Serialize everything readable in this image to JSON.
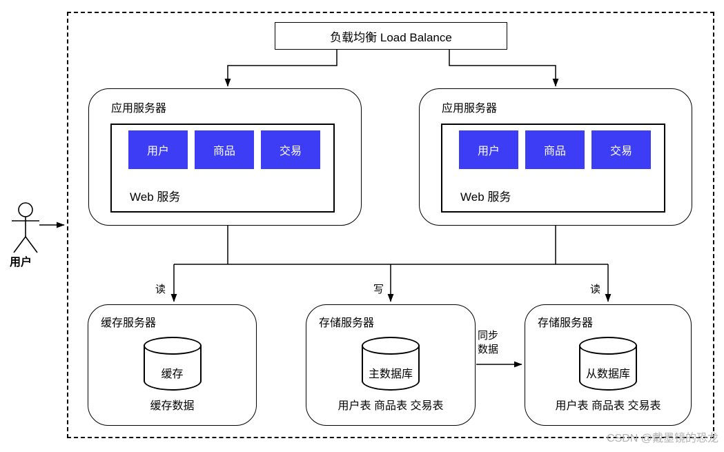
{
  "colors": {
    "module_blue": "#3d3df5",
    "line": "#000000",
    "watermark_gray": "#b3b3b3"
  },
  "actor": {
    "label": "用户"
  },
  "load_balancer": {
    "label": "负载均衡 Load Balance"
  },
  "app_servers": [
    {
      "title": "应用服务器",
      "web_service_label": "Web 服务",
      "modules": [
        "用户",
        "商品",
        "交易"
      ]
    },
    {
      "title": "应用服务器",
      "web_service_label": "Web 服务",
      "modules": [
        "用户",
        "商品",
        "交易"
      ]
    }
  ],
  "edge_labels": {
    "read_left": "读",
    "write": "写",
    "read_right": "读",
    "sync_line1": "同步",
    "sync_line2": "数据"
  },
  "data_tier": [
    {
      "title": "缓存服务器",
      "database": "缓存",
      "caption": "缓存数据"
    },
    {
      "title": "存储服务器",
      "database": "主数据库",
      "caption": "用户表 商品表 交易表"
    },
    {
      "title": "存储服务器",
      "database": "从数据库",
      "caption": "用户表 商品表 交易表"
    }
  ],
  "watermark": "CSDN @戴墨镜的恐龙"
}
